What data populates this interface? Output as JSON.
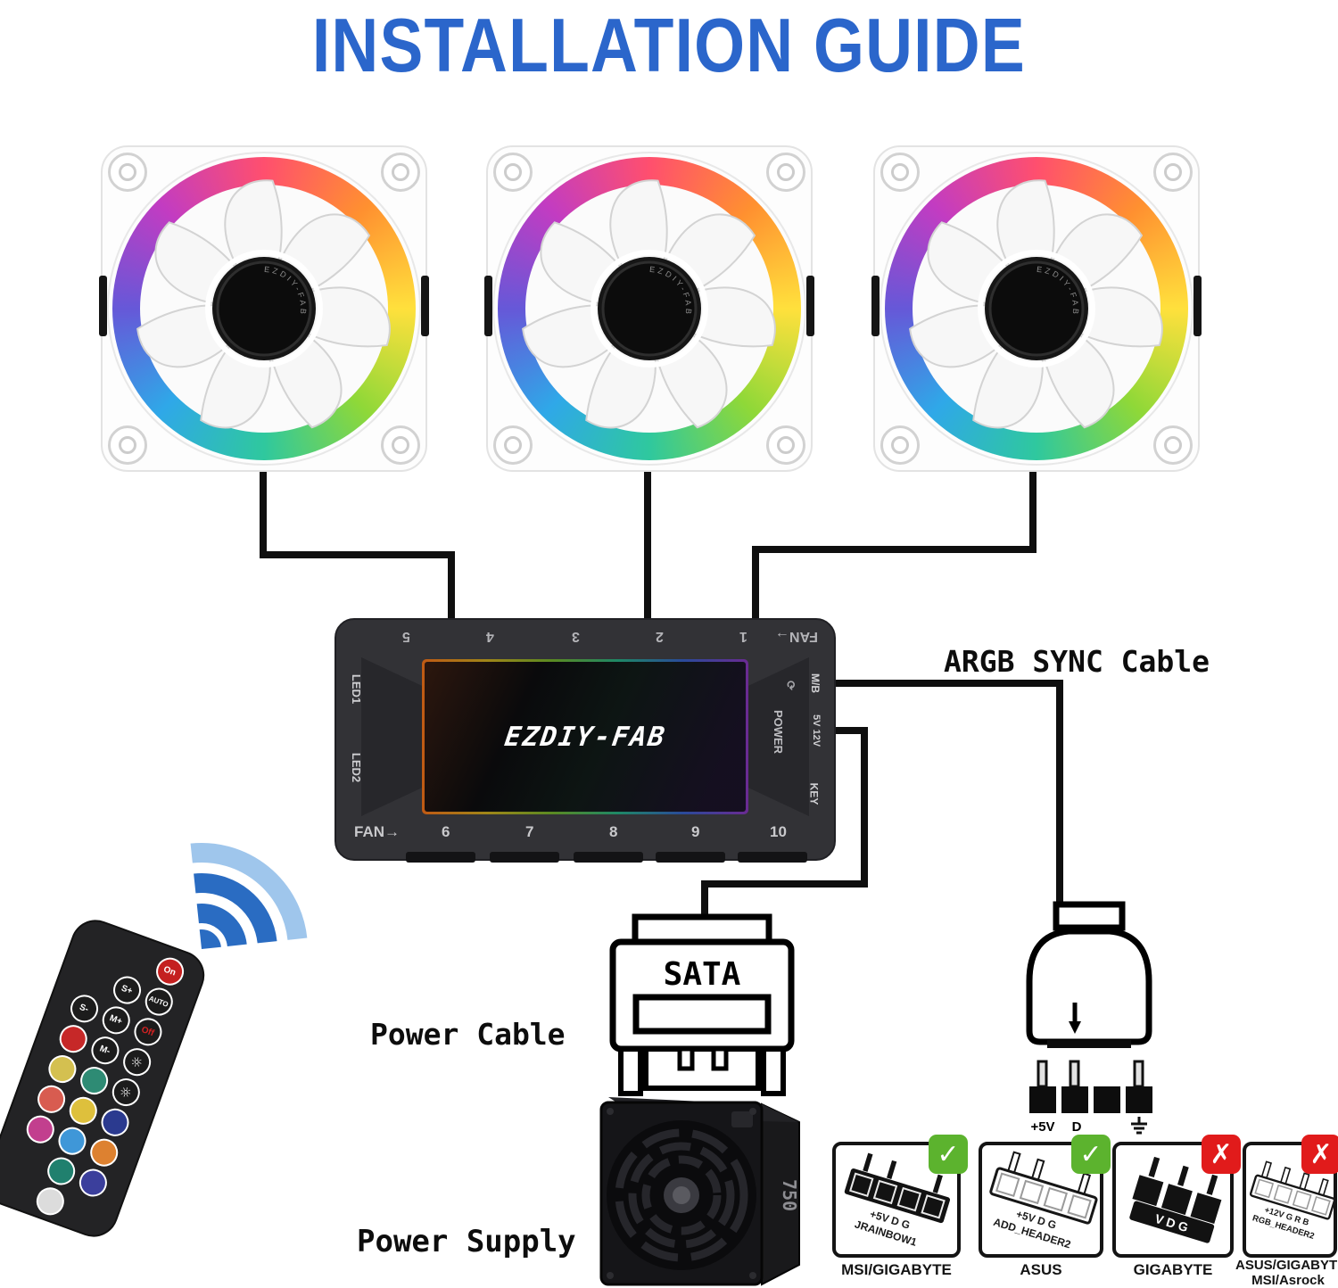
{
  "title": {
    "text": "INSTALLATION GUIDE",
    "color": "#2b66cb"
  },
  "fan": {
    "hub_brand": "EZDIY-FAB"
  },
  "hub": {
    "brand": "EZDIY-FAB",
    "top_labels": [
      "5",
      "4",
      "3",
      "2",
      "1",
      "FAN→"
    ],
    "bottom_labels": [
      "FAN→",
      "6",
      "7",
      "8",
      "9",
      "10"
    ],
    "left_labels": [
      "LED1",
      "LED2"
    ],
    "right_labels": {
      "mb": "M/B",
      "v": "5V 12V",
      "key": "KEY",
      "power": "POWER"
    }
  },
  "cables": {
    "argb": "ARGB SYNC Cable",
    "power_cable": "Power Cable",
    "power_supply": "Power Supply"
  },
  "sata_label": "SATA",
  "argb_header": {
    "pin1": "+5V",
    "pin2": "D"
  },
  "psu": {
    "side_label": "750"
  },
  "compatibility": [
    {
      "label": "MSI/GIGABYTE",
      "pins": "+5V D G",
      "header": "JRAINBOW1",
      "status_glyph": "✓",
      "status_color": "#5cb32e"
    },
    {
      "label": "ASUS",
      "pins": "+5V D G",
      "header": "ADD_HEADER2",
      "status_glyph": "✓",
      "status_color": "#5cb32e"
    },
    {
      "label": "GIGABYTE",
      "pins": "V D G",
      "header": "",
      "status_glyph": "✗",
      "status_color": "#e11b1b"
    },
    {
      "label": "ASUS/GIGABYTE",
      "label2": "MSI/Asrock",
      "pins": "+12V G R B",
      "header": "RGB_HEADER2",
      "status_glyph": "✗",
      "status_color": "#e11b1b"
    }
  ],
  "remote": {
    "buttons": {
      "on": {
        "label": "On",
        "bg": "#c42020",
        "fg": "#ffffff"
      },
      "auto": {
        "label": "AUTO",
        "bg": "#1c1c1c",
        "fg": "#ffffff"
      },
      "off": {
        "label": "Off",
        "bg": "#1c1c1c",
        "fg": "#d42222"
      },
      "s_plus": {
        "label": "S+",
        "bg": "#1c1c1c",
        "fg": "#ffffff"
      },
      "s_minus": {
        "label": "S-",
        "bg": "#1c1c1c",
        "fg": "#ffffff"
      },
      "m_plus": {
        "label": "M+",
        "bg": "#1c1c1c",
        "fg": "#ffffff"
      },
      "m_minus": {
        "label": "M-",
        "bg": "#1c1c1c",
        "fg": "#ffffff"
      },
      "bright_up": {
        "glyph": "☼",
        "bg": "#1c1c1c",
        "fg": "#ffffff"
      },
      "bright_down": {
        "glyph": "☼",
        "bg": "#1c1c1c",
        "fg": "#ffffff"
      },
      "c1": {
        "bg": "#c62828"
      },
      "c2": {
        "bg": "#d4c050"
      },
      "c3": {
        "bg": "#2e8b74"
      },
      "c4": {
        "bg": "#d85c50"
      },
      "c5": {
        "bg": "#dec03c"
      },
      "c6": {
        "bg": "#2b3a8f"
      },
      "c7": {
        "bg": "#c23f8e"
      },
      "c8": {
        "bg": "#3f97d8"
      },
      "c9": {
        "bg": "#dd8130"
      },
      "c10": {
        "bg": "#20806e"
      },
      "c11": {
        "bg": "#3b3f9c"
      },
      "c12": {
        "bg": "#dcdcdc"
      }
    }
  }
}
